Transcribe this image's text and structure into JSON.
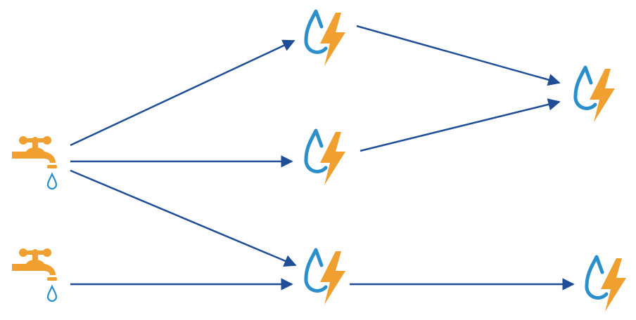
{
  "colors": {
    "arrow": "#1f4e96",
    "water": "#2a8fcb",
    "energy": "#f0a030",
    "tap": "#f0a030"
  },
  "nodes": [
    {
      "id": "tap-1",
      "type": "tap"
    },
    {
      "id": "tap-2",
      "type": "tap"
    },
    {
      "id": "hydro-1",
      "type": "hydro"
    },
    {
      "id": "hydro-2",
      "type": "hydro"
    },
    {
      "id": "hydro-3",
      "type": "hydro"
    },
    {
      "id": "hydro-4",
      "type": "hydro"
    },
    {
      "id": "hydro-5",
      "type": "hydro"
    }
  ],
  "edges": [
    {
      "from": "tap-1",
      "to": "hydro-1"
    },
    {
      "from": "tap-1",
      "to": "hydro-2"
    },
    {
      "from": "tap-1",
      "to": "hydro-3"
    },
    {
      "from": "tap-2",
      "to": "hydro-3"
    },
    {
      "from": "hydro-1",
      "to": "hydro-4"
    },
    {
      "from": "hydro-2",
      "to": "hydro-4"
    },
    {
      "from": "hydro-3",
      "to": "hydro-5"
    }
  ]
}
